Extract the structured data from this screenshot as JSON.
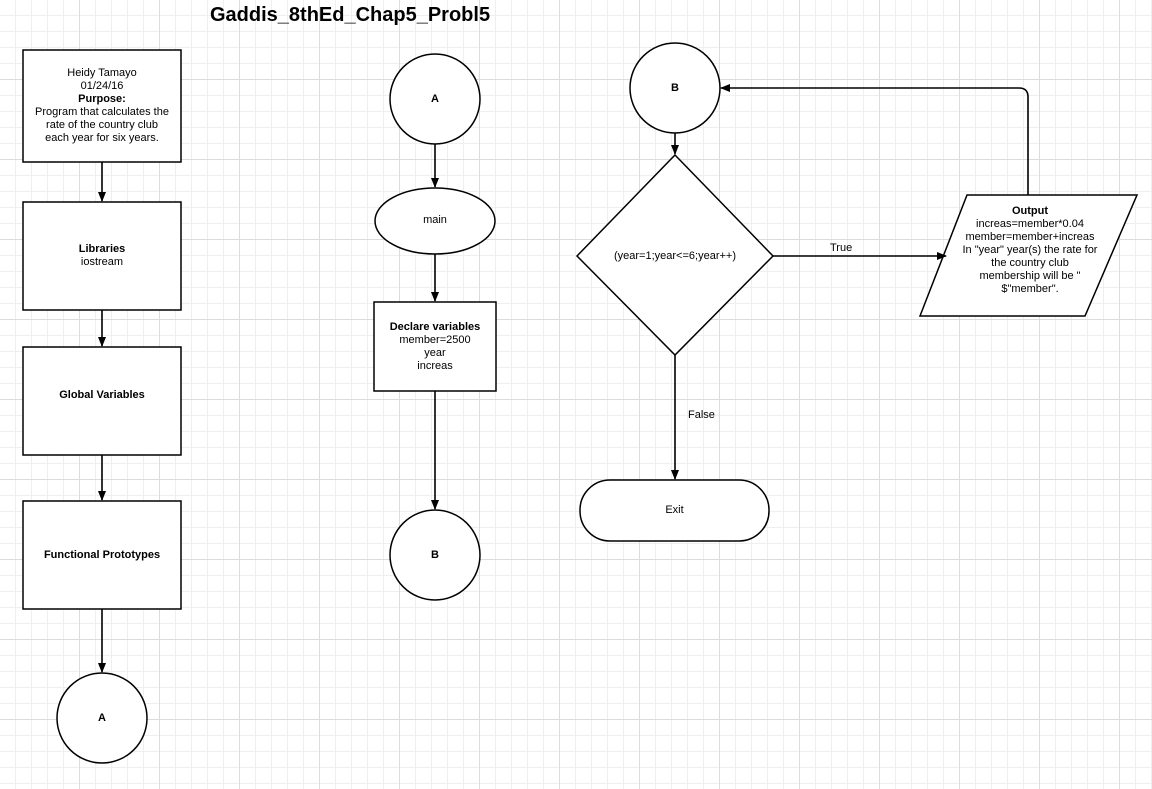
{
  "title": "Gaddis_8thEd_Chap5_Probl5",
  "nodes": {
    "header": {
      "author": "Heidy Tamayo",
      "date": "01/24/16",
      "purpose_heading": "Purpose:",
      "purpose_lines": [
        "Program that calculates the",
        "rate of the country club",
        "each year for six years."
      ]
    },
    "libraries": {
      "heading": "Libraries",
      "detail": "iostream"
    },
    "globals": {
      "heading": "Global Variables"
    },
    "prototypes": {
      "heading": "Functional Prototypes"
    },
    "connector_a_left": {
      "label": "A"
    },
    "connector_a_top": {
      "label": "A"
    },
    "main": {
      "label": "main"
    },
    "declare": {
      "heading": "Declare variables",
      "lines": [
        "member=2500",
        "year",
        "increas"
      ]
    },
    "connector_b_mid": {
      "label": "B"
    },
    "connector_b_top": {
      "label": "B"
    },
    "loop": {
      "label": "(year=1;year<=6;year++)"
    },
    "output": {
      "heading": "Output",
      "lines": [
        "increas=member*0.04",
        "member=member+increas",
        "In \"year\" year(s) the rate for",
        "the country club",
        "membership will be \"",
        "$\"member\"."
      ]
    },
    "exit": {
      "label": "Exit"
    }
  },
  "edges": {
    "true_label": "True",
    "false_label": "False"
  }
}
